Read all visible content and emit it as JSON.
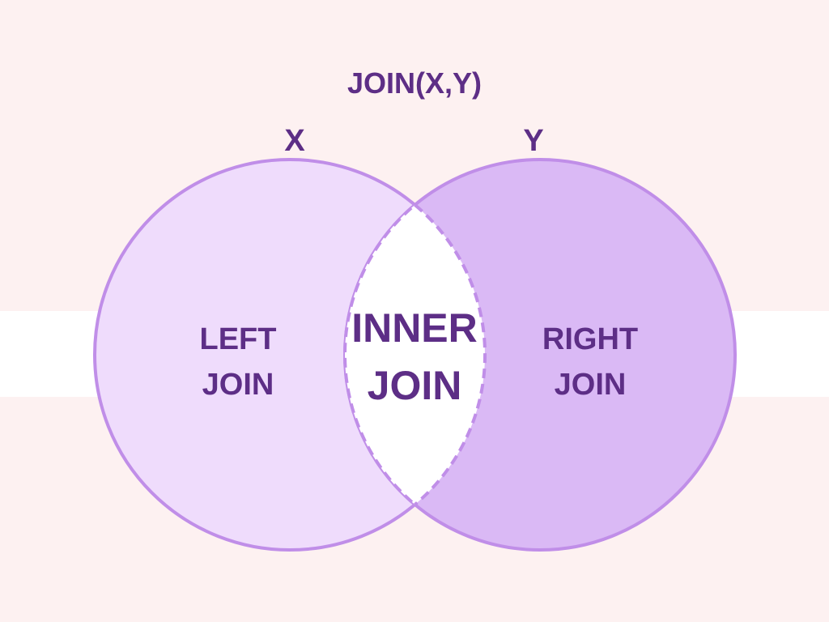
{
  "title": "JOIN(X,Y)",
  "set_x": {
    "name": "X",
    "region": [
      "LEFT",
      "JOIN"
    ]
  },
  "set_y": {
    "name": "Y",
    "region": [
      "RIGHT",
      "JOIN"
    ]
  },
  "intersection": {
    "region": [
      "INNER",
      "JOIN"
    ]
  },
  "colors": {
    "background": "#fdf1f1",
    "band": "#ffffff",
    "left_fill": "#efdcfc",
    "right_fill": "#dab9f5",
    "stroke": "#c08ee8",
    "text": "#5d2e86"
  }
}
